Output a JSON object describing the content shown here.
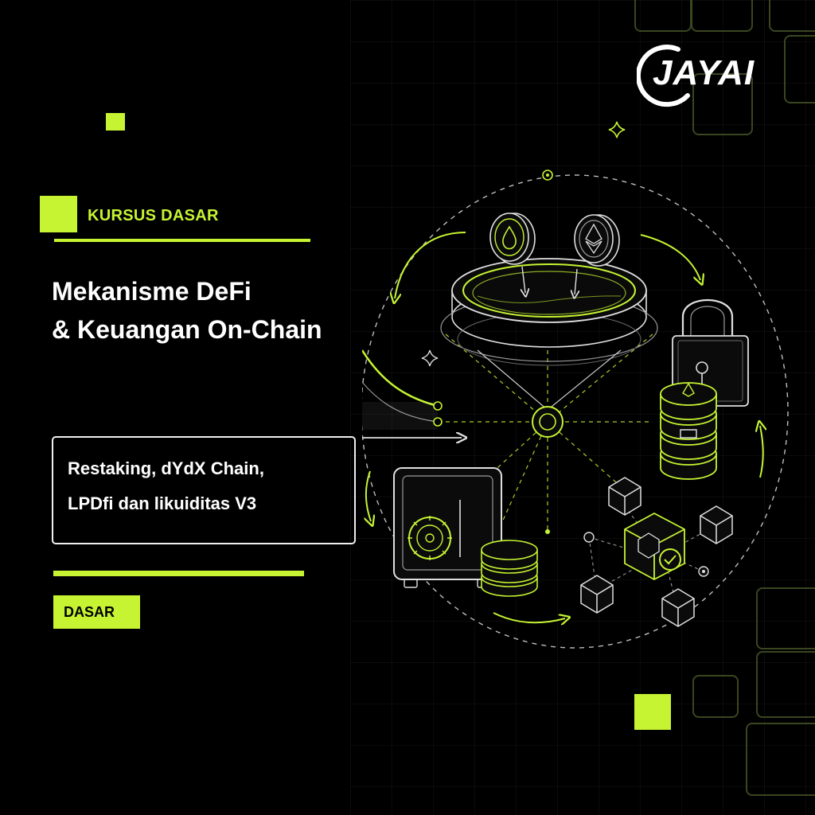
{
  "brand": {
    "logo_text": "JAYAI"
  },
  "theme": {
    "accent": "#C6F432",
    "background": "#000000",
    "text": "#FFFFFF"
  },
  "course": {
    "category": "KURSUS DASAR",
    "title_line_1": "Mekanisme DeFi",
    "title_line_2": "& Keuangan On-Chain",
    "topics_line_1": "Restaking, dYdX Chain,",
    "topics_line_2": "LPDfi dan likuiditas V3",
    "level": "DASAR"
  },
  "icons": [
    "drop-coin-icon",
    "ethereum-coin-icon",
    "funnel-icon",
    "lock-icon",
    "coin-stack-icon",
    "safe-icon",
    "cube-network-icon",
    "check-icon",
    "sparkle-icon"
  ]
}
